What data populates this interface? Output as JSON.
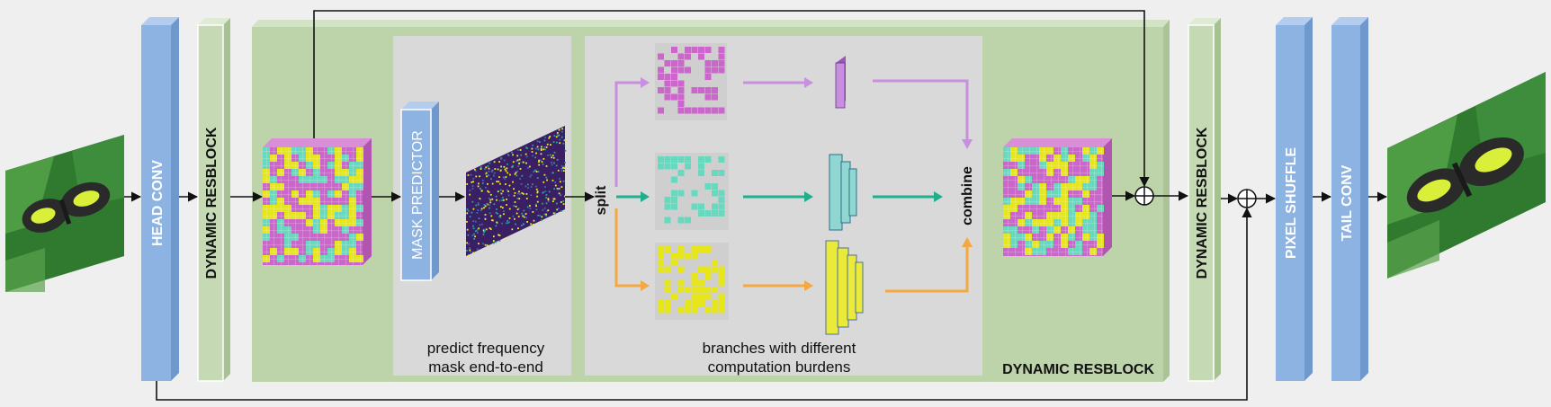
{
  "labels": {
    "head_conv": "HEAD CONV",
    "dynamic_resblock_1": "DYNAMIC RESBLOCK",
    "mask_predictor": "MASK PREDICTOR",
    "split": "split",
    "combine": "combine",
    "dynamic_resblock_main": "DYNAMIC RESBLOCK",
    "dynamic_resblock_2": "DYNAMIC RESBLOCK",
    "pixel_shuffle": "PIXEL SHUFFLE",
    "tail_conv": "TAIL CONV",
    "caption_mask_line1": "predict frequency",
    "caption_mask_line2": "mask end-to-end",
    "caption_branches_line1": "branches with different",
    "caption_branches_line2": "computation burdens"
  },
  "colors": {
    "blue_block": "#8db3e2",
    "green_block": "#c4d9b4",
    "green_panel": "#bdd3a9",
    "gray_panel": "#d9d9d9",
    "magenta": "#cc66cc",
    "cyan": "#66d9bf",
    "yellow": "#e6e619",
    "orange": "#f5a742",
    "violet": "#c88ee0",
    "teal": "#1fae8e"
  },
  "icons": {
    "sum": "circled-plus-icon",
    "input_image": "butterfly-image",
    "output_image": "butterfly-image"
  }
}
